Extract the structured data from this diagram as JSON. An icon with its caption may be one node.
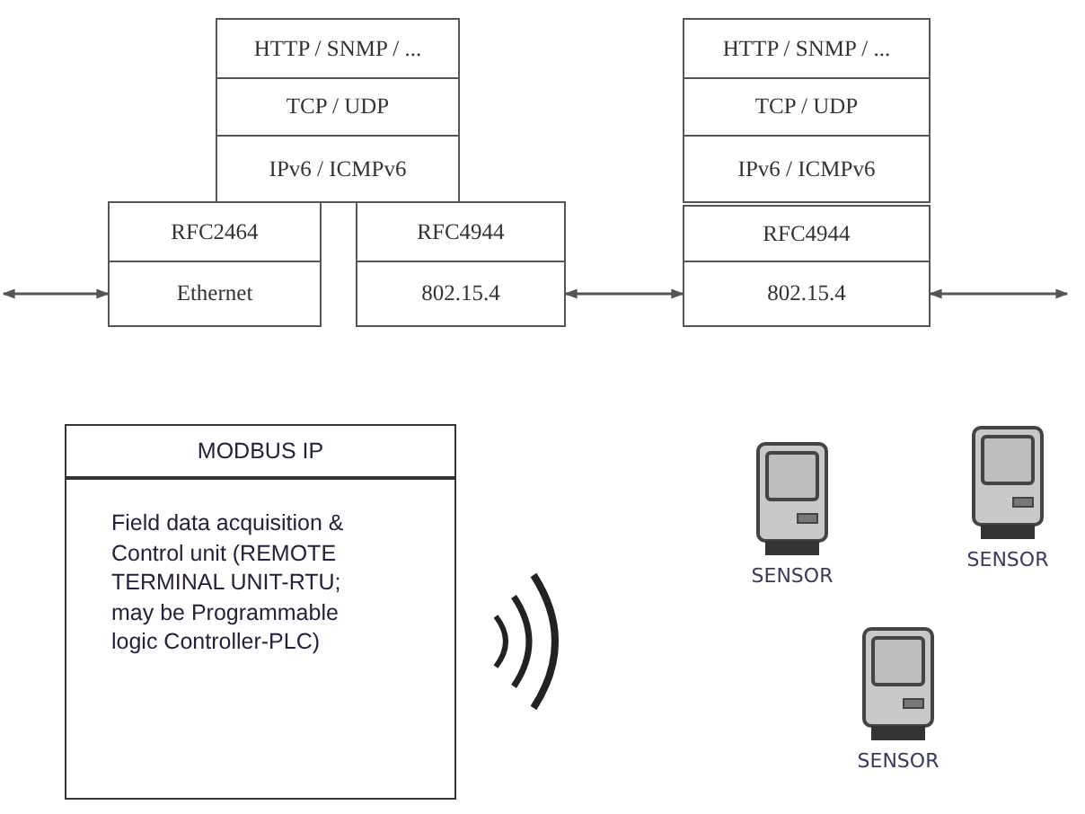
{
  "diagram": {
    "nodes": [
      {
        "text": [
          "HTTP / SNMP / ..."
        ]
      },
      {
        "text": [
          "TCP / UDP"
        ]
      },
      {
        "text": [
          "IPv6 / ICMPv6"
        ]
      },
      {
        "text": [
          "RFC2464"
        ]
      },
      {
        "text": [
          "Ethernet"
        ]
      },
      {
        "text": [
          "RFC4944"
        ]
      },
      {
        "text": [
          "802.15.4"
        ]
      },
      {
        "text": [
          "HTTP / SNMP / ..."
        ]
      },
      {
        "text": [
          "TCP / UDP"
        ]
      },
      {
        "text": [
          "IPv6 / ICMPv6"
        ]
      },
      {
        "text": [
          "RFC4944"
        ]
      },
      {
        "text": [
          "802.15.4"
        ]
      },
      {
        "text": [
          "MODBUS IP",
          "Field data acquisition & Control unit (REMOTE TERMINAL UNIT-RTU; may be Programmable logic Controller-PLC)"
        ]
      },
      {
        "text": [
          "SENSOR"
        ]
      },
      {
        "text": [
          "SENSOR"
        ]
      },
      {
        "text": [
          "SENSOR"
        ]
      }
    ],
    "edges": [
      {
        "from": null,
        "to": 4,
        "arrow": "both"
      },
      {
        "from": 6,
        "to": 11,
        "arrow": "both"
      },
      {
        "from": 11,
        "to": null,
        "arrow": "both"
      }
    ]
  }
}
